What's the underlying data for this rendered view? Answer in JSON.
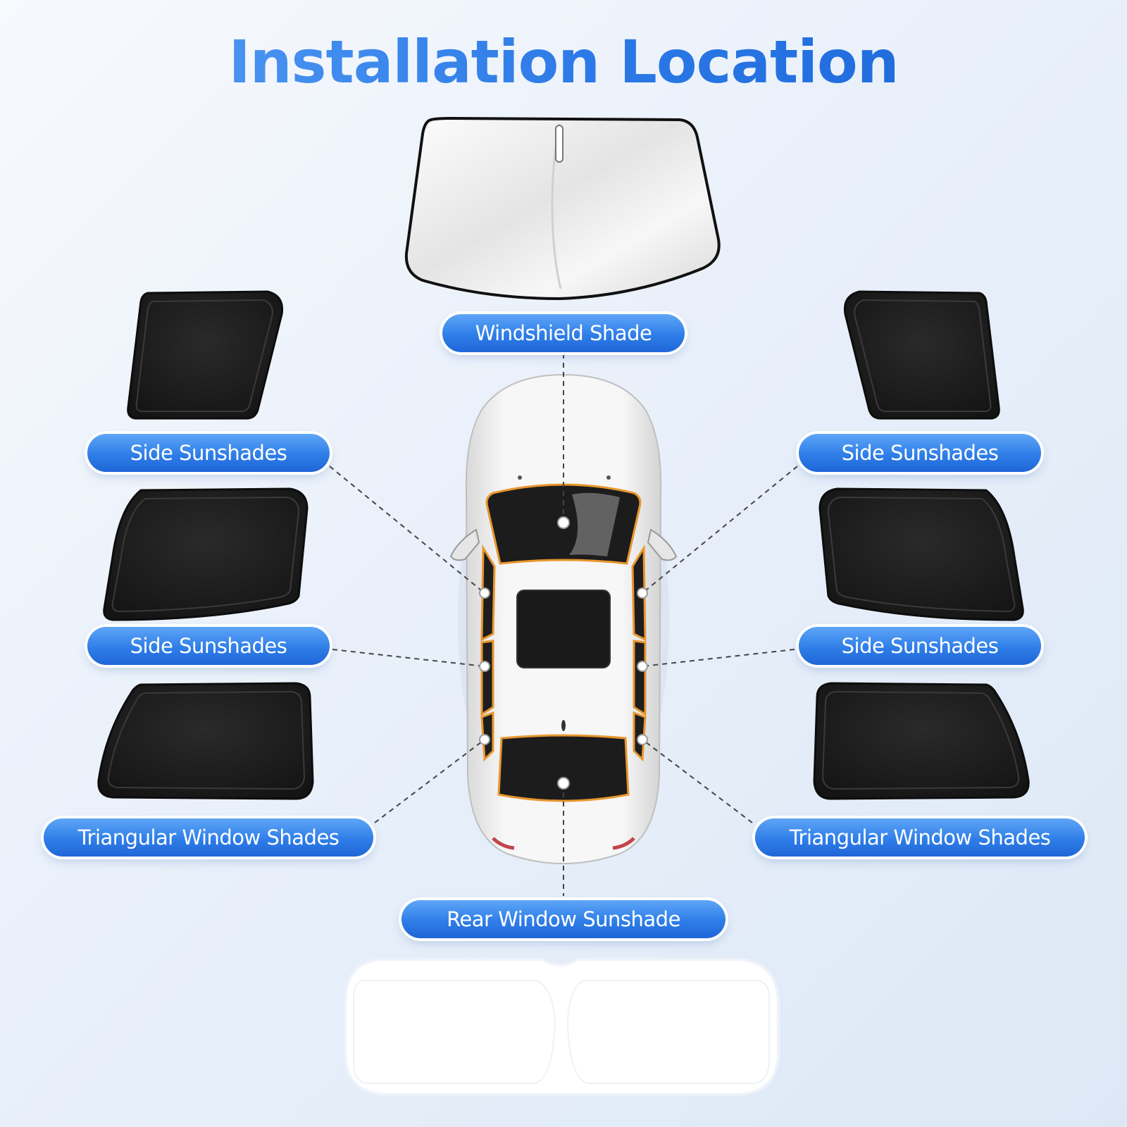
{
  "title": "Installation Location",
  "labels": {
    "windshield": "Windshield Shade",
    "side_front_left": "Side Sunshades",
    "side_front_right": "Side Sunshades",
    "side_rear_left": "Side Sunshades",
    "side_rear_right": "Side Sunshades",
    "triangular_left": "Triangular Window Shades",
    "triangular_right": "Triangular Window Shades",
    "rear": "Rear Window Sunshade"
  },
  "colors": {
    "accent": "#2f7ee8",
    "shade_black": "#1a1a1a",
    "outline_orange": "#e8962e",
    "car_body": "#f2f2f2"
  }
}
